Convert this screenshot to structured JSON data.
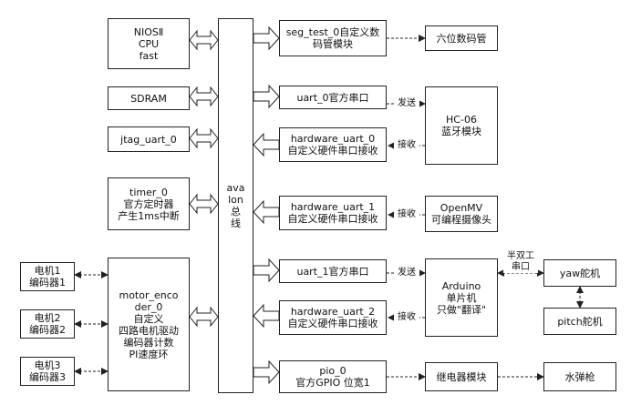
{
  "blocks": {
    "nios": "NIOSⅡ\nCPU\nfast",
    "sdram": "SDRAM",
    "jtag": "jtag_uart_0",
    "timer": "timer_0\n官方定时器\n产生1ms中断",
    "motor_encoder": "motor_enco\nder_0\n自定义\n四路电机驱动\n编码器计数\nPI速度环",
    "motor1": "电机1\n编码器1",
    "motor2": "电机2\n编码器2",
    "motor3": "电机3\n编码器3",
    "bus": "ava\nlon\n总\n线",
    "seg_test": "seg_test_0自定义数\n码管模块",
    "uart0": "uart_0官方串口",
    "hw_uart0": "hardware_uart_0\n自定义硬件串口接收",
    "hw_uart1": "hardware_uart_1\n自定义硬件串口接收",
    "uart1": "uart_1官方串口",
    "hw_uart2": "hardware_uart_2\n自定义硬件串口接收",
    "pio": "pio_0\n官方GPIO 位宽1",
    "display": "六位数码管",
    "hc06": "HC-06\n蓝牙模块",
    "openmv": "OpenMV\n可编程摄像头",
    "arduino": "Arduino\n单片机\n只做\"翻译\"",
    "relay": "继电器模块",
    "yaw": "yaw舵机",
    "pitch": "pitch舵机",
    "water_gun": "水弹枪"
  },
  "labels": {
    "send1": "发送",
    "recv1": "接收",
    "recv2": "接收",
    "send2": "发送",
    "recv3": "接收",
    "half_duplex": "半双工\n串口"
  }
}
